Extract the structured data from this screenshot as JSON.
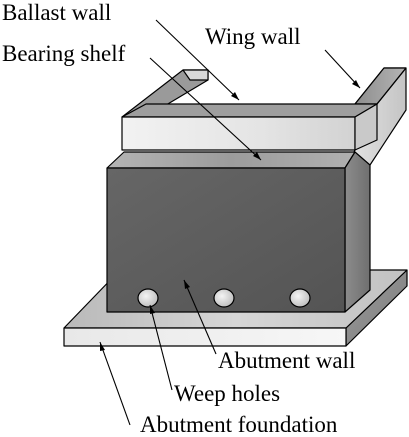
{
  "labels": {
    "ballast_wall": "Ballast wall",
    "bearing_shelf": "Bearing shelf",
    "wing_wall": "Wing wall",
    "abutment_wall": "Abutment wall",
    "weep_holes": "Weep holes",
    "abutment_foundation": "Abutment foundation"
  },
  "colors": {
    "front_face": "#5c5c5c",
    "foundation_top": "#c8c8c8",
    "foundation_front": "#f0f0f0",
    "shelf_top": "#a9a9a9",
    "ballast_face": "#e8e8e8",
    "wing_face": "#d8d8d8",
    "outline": "#000000",
    "background": "#ffffff"
  }
}
